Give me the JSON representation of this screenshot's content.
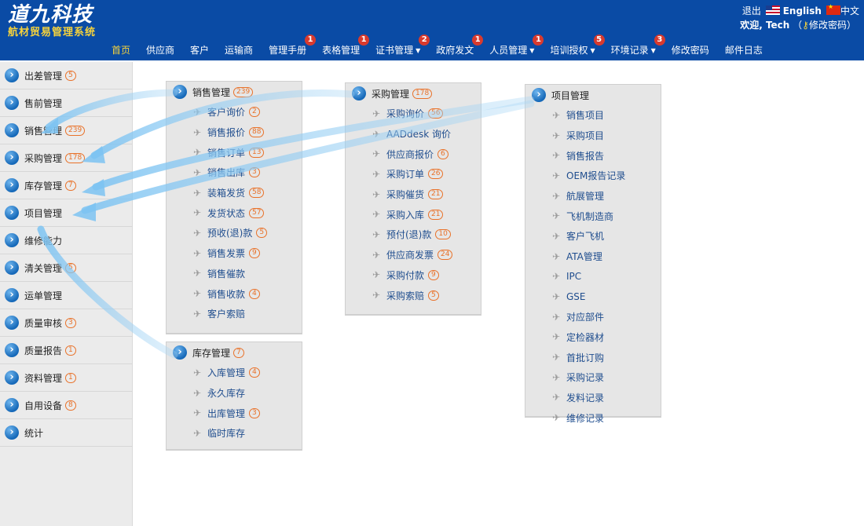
{
  "header": {
    "logo_title": "道九科技",
    "logo_subtitle": "航材贸易管理系统",
    "logout": "退出",
    "lang_en": "English",
    "lang_cn": "中文",
    "welcome": "欢迎, Tech",
    "change_password": "修改密码",
    "nav": [
      {
        "label": "首页",
        "badge": null,
        "dropdown": false,
        "active": true
      },
      {
        "label": "供应商",
        "badge": null,
        "dropdown": false
      },
      {
        "label": "客户",
        "badge": null,
        "dropdown": false
      },
      {
        "label": "运输商",
        "badge": null,
        "dropdown": false
      },
      {
        "label": "管理手册",
        "badge": "1",
        "dropdown": false
      },
      {
        "label": "表格管理",
        "badge": "1",
        "dropdown": false
      },
      {
        "label": "证书管理",
        "badge": "2",
        "dropdown": true
      },
      {
        "label": "政府发文",
        "badge": "1",
        "dropdown": false
      },
      {
        "label": "人员管理",
        "badge": "1",
        "dropdown": true
      },
      {
        "label": "培训授权",
        "badge": "5",
        "dropdown": true
      },
      {
        "label": "环境记录",
        "badge": "3",
        "dropdown": true
      },
      {
        "label": "修改密码",
        "badge": null,
        "dropdown": false
      },
      {
        "label": "邮件日志",
        "badge": null,
        "dropdown": false
      }
    ]
  },
  "sidebar": [
    {
      "label": "出差管理",
      "count": "5"
    },
    {
      "label": "售前管理",
      "count": null
    },
    {
      "label": "销售管理",
      "count": "239"
    },
    {
      "label": "采购管理",
      "count": "178"
    },
    {
      "label": "库存管理",
      "count": "7"
    },
    {
      "label": "项目管理",
      "count": null
    },
    {
      "label": "维修能力",
      "count": null
    },
    {
      "label": "清关管理",
      "count": "5"
    },
    {
      "label": "运单管理",
      "count": null
    },
    {
      "label": "质量审核",
      "count": "3"
    },
    {
      "label": "质量报告",
      "count": "1"
    },
    {
      "label": "资料管理",
      "count": "1"
    },
    {
      "label": "自用设备",
      "count": "8"
    },
    {
      "label": "统计",
      "count": null
    }
  ],
  "panels": {
    "sales": {
      "title": "销售管理",
      "count": "239",
      "items": [
        {
          "label": "客户询价",
          "count": "2"
        },
        {
          "label": "销售报价",
          "count": "88"
        },
        {
          "label": "销售订单",
          "count": "13"
        },
        {
          "label": "销售出库",
          "count": "3"
        },
        {
          "label": "装箱发货",
          "count": "58"
        },
        {
          "label": "发货状态",
          "count": "57"
        },
        {
          "label": "预收(退)款",
          "count": "5"
        },
        {
          "label": "销售发票",
          "count": "9"
        },
        {
          "label": "销售催款",
          "count": null
        },
        {
          "label": "销售收款",
          "count": "4"
        },
        {
          "label": "客户索赔",
          "count": null
        }
      ]
    },
    "inventory": {
      "title": "库存管理",
      "count": "7",
      "items": [
        {
          "label": "入库管理",
          "count": "4"
        },
        {
          "label": "永久库存",
          "count": null
        },
        {
          "label": "出库管理",
          "count": "3"
        },
        {
          "label": "临时库存",
          "count": null
        }
      ]
    },
    "purchase": {
      "title": "采购管理",
      "count": "178",
      "items": [
        {
          "label": "采购询价",
          "count": "56"
        },
        {
          "label": "AADdesk 询价",
          "count": null
        },
        {
          "label": "供应商报价",
          "count": "6"
        },
        {
          "label": "采购订单",
          "count": "26"
        },
        {
          "label": "采购催货",
          "count": "21"
        },
        {
          "label": "采购入库",
          "count": "21"
        },
        {
          "label": "预付(退)款",
          "count": "10"
        },
        {
          "label": "供应商发票",
          "count": "24"
        },
        {
          "label": "采购付款",
          "count": "9"
        },
        {
          "label": "采购索赔",
          "count": "5"
        }
      ]
    },
    "project": {
      "title": "项目管理",
      "count": null,
      "items": [
        {
          "label": "销售项目",
          "count": null
        },
        {
          "label": "采购项目",
          "count": null
        },
        {
          "label": "销售报告",
          "count": null
        },
        {
          "label": "OEM报告记录",
          "count": null
        },
        {
          "label": "航展管理",
          "count": null
        },
        {
          "label": "飞机制造商",
          "count": null
        },
        {
          "label": "客户飞机",
          "count": null
        },
        {
          "label": "ATA管理",
          "count": null
        },
        {
          "label": "IPC",
          "count": null
        },
        {
          "label": "GSE",
          "count": null
        },
        {
          "label": "对应部件",
          "count": null
        },
        {
          "label": "定检器材",
          "count": null
        },
        {
          "label": "首批订购",
          "count": null
        },
        {
          "label": "采购记录",
          "count": null
        },
        {
          "label": "发料记录",
          "count": null
        },
        {
          "label": "维修记录",
          "count": null
        }
      ]
    }
  }
}
